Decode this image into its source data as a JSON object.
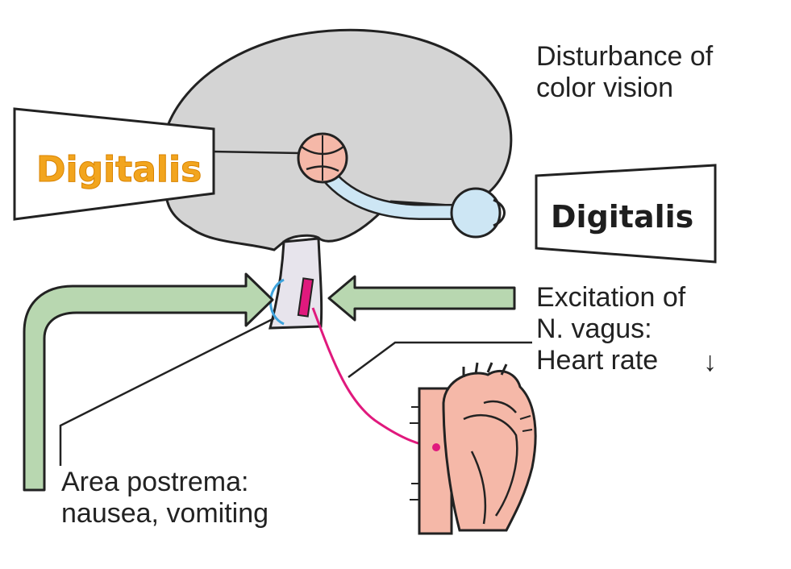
{
  "labels": {
    "color_vision_line1": "Disturbance of",
    "color_vision_line2": "color vision",
    "vagus_line1": "Excitation of",
    "vagus_line2": "N. vagus:",
    "vagus_line3": "Heart rate",
    "vagus_arrow": "↓",
    "postrema_line1": "Area postrema:",
    "postrema_line2": "nausea, vomiting"
  },
  "signs": {
    "left": "Digitalis",
    "right": "Digitalis"
  },
  "colors": {
    "brain": "#d4d4d4",
    "brainstem": "#e7e4ec",
    "arrow_fill": "#b8d7b0",
    "heart": "#f5b8a8",
    "nerve": "#e0197d",
    "eye": "#cde6f4",
    "outline": "#222222"
  }
}
